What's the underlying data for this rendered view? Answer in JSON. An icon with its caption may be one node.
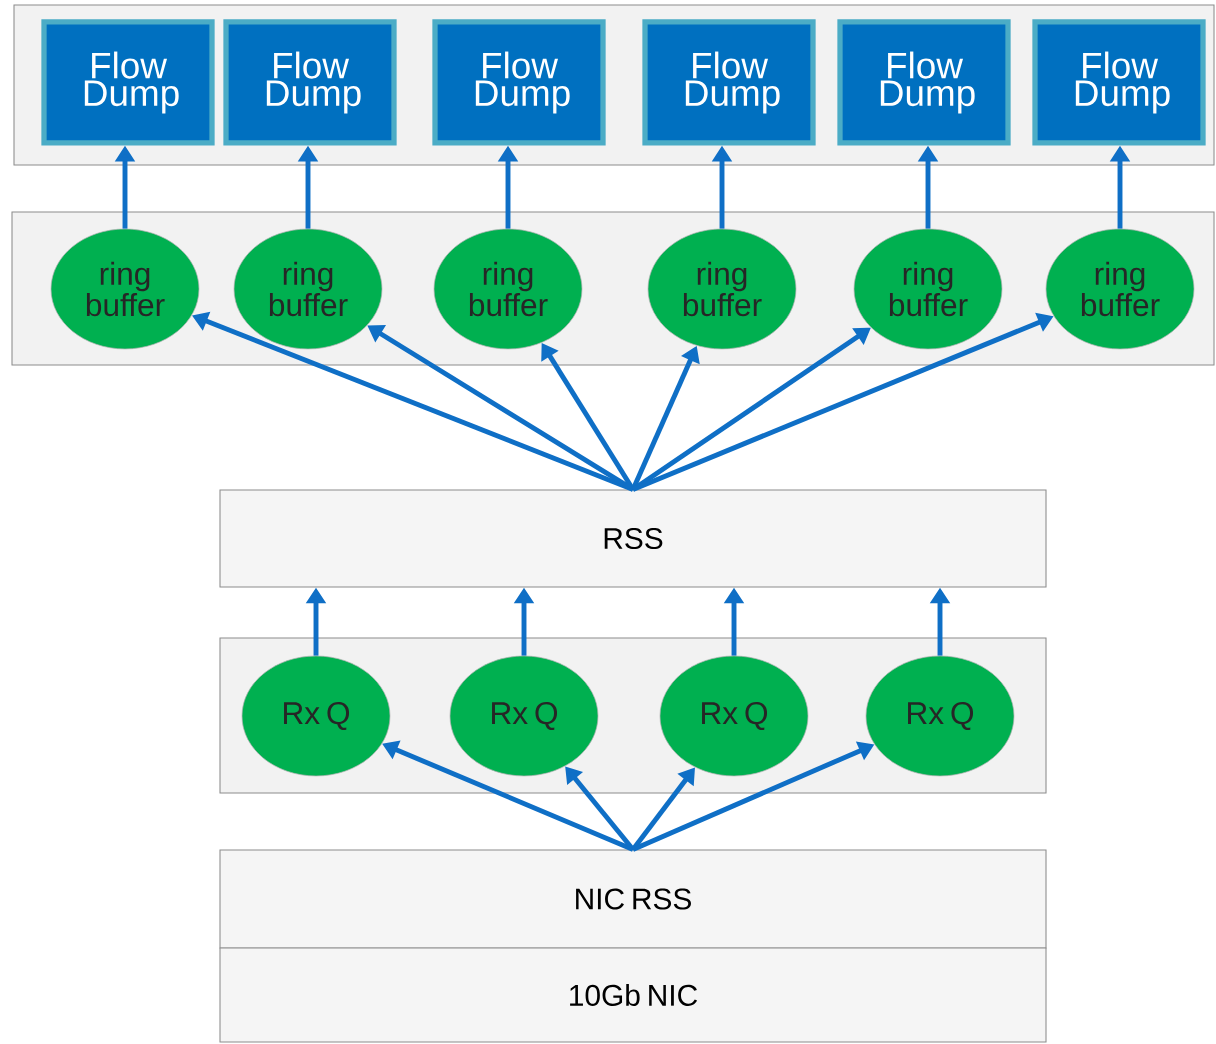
{
  "diagram": {
    "nodes": [
      {
        "text": [],
        "shape": "box"
      },
      {
        "text": [
          "Flow Dump"
        ],
        "in": 0
      },
      {
        "text": [
          "Flow Dump"
        ],
        "in": 0
      },
      {
        "text": [
          "Flow Dump"
        ],
        "in": 0
      },
      {
        "text": [
          "Flow Dump"
        ],
        "in": 0
      },
      {
        "text": [
          "Flow Dump"
        ],
        "in": 0
      },
      {
        "text": [
          "Flow Dump"
        ],
        "in": 0
      },
      {
        "text": [],
        "shape": "box"
      },
      {
        "text": [
          "ring buffer"
        ],
        "in": 7
      },
      {
        "text": [
          "ring buffer"
        ],
        "in": 7
      },
      {
        "text": [
          "ring buffer"
        ],
        "in": 7
      },
      {
        "text": [
          "ring buffer"
        ],
        "in": 7
      },
      {
        "text": [
          "ring buffer"
        ],
        "in": 7
      },
      {
        "text": [
          "ring buffer"
        ],
        "in": 7
      },
      {
        "text": [
          "RSS"
        ]
      },
      {
        "text": [],
        "shape": "box"
      },
      {
        "text": [
          "Rx Q"
        ],
        "in": 15
      },
      {
        "text": [
          "Rx Q"
        ],
        "in": 15
      },
      {
        "text": [
          "Rx Q"
        ],
        "in": 15
      },
      {
        "text": [
          "Rx Q"
        ],
        "in": 15
      },
      {
        "text": [
          "NIC RSS"
        ]
      },
      {
        "text": [
          "10Gb NIC"
        ]
      }
    ],
    "edges": [
      {
        "from": 8,
        "to": 1,
        "arrow": "to"
      },
      {
        "from": 9,
        "to": 2,
        "arrow": "to"
      },
      {
        "from": 10,
        "to": 3,
        "arrow": "to"
      },
      {
        "from": 11,
        "to": 4,
        "arrow": "to"
      },
      {
        "from": 12,
        "to": 5,
        "arrow": "to"
      },
      {
        "from": 13,
        "to": 6,
        "arrow": "to"
      },
      {
        "from": 14,
        "to": 8,
        "arrow": "to"
      },
      {
        "from": 14,
        "to": 9,
        "arrow": "to"
      },
      {
        "from": 14,
        "to": 10,
        "arrow": "to"
      },
      {
        "from": 14,
        "to": 11,
        "arrow": "to"
      },
      {
        "from": 14,
        "to": 12,
        "arrow": "to"
      },
      {
        "from": 14,
        "to": 13,
        "arrow": "to"
      },
      {
        "from": 16,
        "to": 14,
        "arrow": "to"
      },
      {
        "from": 17,
        "to": 14,
        "arrow": "to"
      },
      {
        "from": 18,
        "to": 14,
        "arrow": "to"
      },
      {
        "from": 19,
        "to": 14,
        "arrow": "to"
      },
      {
        "from": 20,
        "to": 16,
        "arrow": "to"
      },
      {
        "from": 20,
        "to": 17,
        "arrow": "to"
      },
      {
        "from": 20,
        "to": 18,
        "arrow": "to"
      },
      {
        "from": 20,
        "to": 19,
        "arrow": "to"
      }
    ]
  }
}
